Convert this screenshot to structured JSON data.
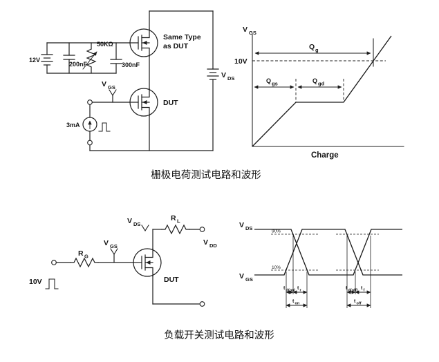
{
  "figure": {
    "gate_charge": {
      "caption": "栅极电荷测试电路和波形",
      "circuit": {
        "supply": "12V",
        "pot": "50KΩ",
        "cap1": "200nF",
        "cap2": "300nF",
        "upper_fet_1": "Same Type",
        "upper_fet_2": "as DUT",
        "vgs_base": "V",
        "vgs_sub": "GS",
        "dut": "DUT",
        "isource": "3mA",
        "vds_base": "V",
        "vds_sub": "DS"
      },
      "waveform": {
        "yaxis_base": "V",
        "yaxis_sub": "GS",
        "level": "10V",
        "qg_base": "Q",
        "qg_sub": "g",
        "qgs_base": "Q",
        "qgs_sub": "gs",
        "qgd_base": "Q",
        "qgd_sub": "gd",
        "xaxis": "Charge"
      }
    },
    "load_switch": {
      "caption": "负载开关测试电路和波形",
      "circuit": {
        "input": "10V",
        "rg_base": "R",
        "rg_sub": "G",
        "vgs_base": "V",
        "vgs_sub": "GS",
        "vds_base": "V",
        "vds_sub": "DS",
        "rl_base": "R",
        "rl_sub": "L",
        "vdd_base": "V",
        "vdd_sub": "DD",
        "dut": "DUT"
      },
      "waveform": {
        "vds_base": "V",
        "vds_sub": "DS",
        "vgs_base": "V",
        "vgs_sub": "GS",
        "p90": "90%",
        "p10": "10%",
        "tdon_base": "t",
        "tdon_sub": "d(on)",
        "tr_base": "t",
        "tr_sub": "r",
        "tdoff_base": "t",
        "tdoff_sub": "d(off)",
        "tf_base": "t",
        "tf_sub": "f",
        "ton_base": "t",
        "ton_sub": "on",
        "toff_base": "t",
        "toff_sub": "off"
      }
    }
  }
}
